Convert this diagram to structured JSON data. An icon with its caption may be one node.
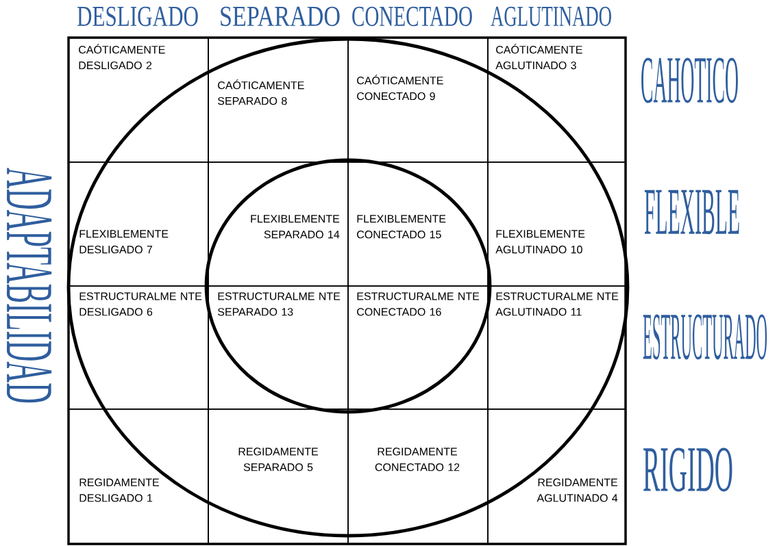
{
  "diagram": {
    "nodes": [
      {
        "text": [
          "CAÓTICAMENTE DESLIGADO 2"
        ]
      },
      {
        "text": [
          "CAÓTICAMENTE SEPARADO 8"
        ]
      },
      {
        "text": [
          "CAÓTICAMENTE CONECTADO 9"
        ]
      },
      {
        "text": [
          "CAÓTICAMENTE AGLUTINADO 3"
        ]
      },
      {
        "text": [
          "FLEXIBLEMENTE DESLIGADO 7"
        ]
      },
      {
        "text": [
          "FLEXIBLEMENTE SEPARADO 14"
        ]
      },
      {
        "text": [
          "FLEXIBLEMENTE CONECTADO 15"
        ]
      },
      {
        "text": [
          "FLEXIBLEMENTE AGLUTINADO 10"
        ]
      },
      {
        "text": [
          "ESTRUCTURALME NTE DESLIGADO 6"
        ]
      },
      {
        "text": [
          "ESTRUCTURALME NTE SEPARADO 13"
        ]
      },
      {
        "text": [
          "ESTRUCTURALME NTE CONECTADO 16"
        ]
      },
      {
        "text": [
          "ESTRUCTURALME NTE AGLUTINADO 11"
        ]
      },
      {
        "text": [
          "REGIDAMENTE DESLIGADO 1"
        ]
      },
      {
        "text": [
          "REGIDAMENTE SEPARADO 5"
        ]
      },
      {
        "text": [
          "REGIDAMENTE CONECTADO 12"
        ]
      },
      {
        "text": [
          "REGIDAMENTE AGLUTINADO 4"
        ]
      }
    ],
    "labels": [
      "DESLIGADO",
      "SEPARADO",
      "CONECTADO",
      "AGLUTINADO",
      "CAHOTICO",
      "ADAPTABILIDAD",
      "FLEXIBLE",
      "ESTRUCTURADO",
      "RIGIDO"
    ]
  }
}
